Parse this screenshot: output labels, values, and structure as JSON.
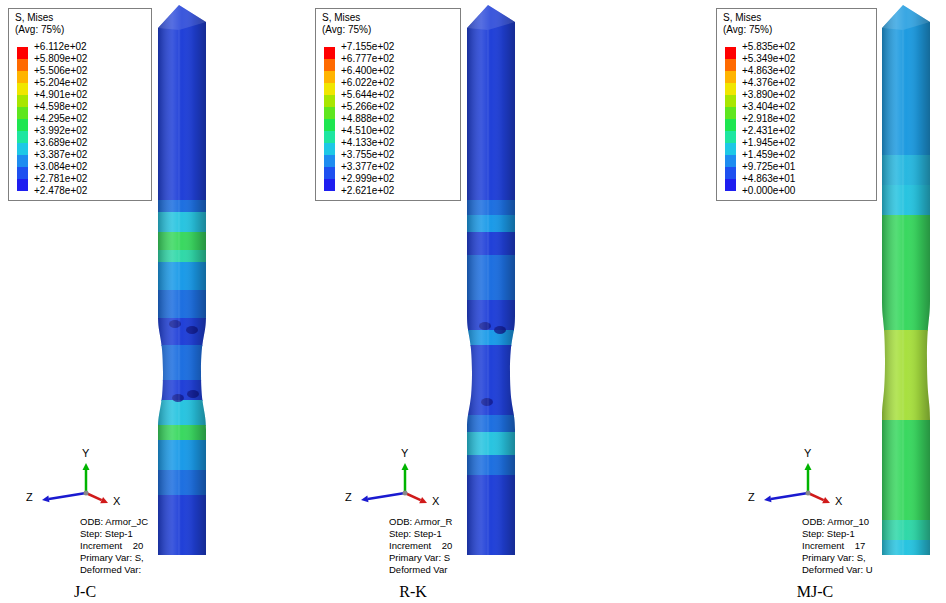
{
  "diagram": {
    "nodes": [
      {
        "text": [
          "S, Mises",
          "(Avg: 75%)",
          "+6.112e+02",
          "+5.809e+02",
          "+5.506e+02",
          "+5.204e+02",
          "+4.901e+02",
          "+4.598e+02",
          "+4.295e+02",
          "+3.992e+02",
          "+3.689e+02",
          "+3.387e+02",
          "+3.084e+02",
          "+2.781e+02",
          "+2.478e+02"
        ]
      },
      {
        "text": [
          "S, Mises",
          "(Avg: 75%)",
          "+7.155e+02",
          "+6.777e+02",
          "+6.400e+02",
          "+6.022e+02",
          "+5.644e+02",
          "+5.266e+02",
          "+4.888e+02",
          "+4.510e+02",
          "+4.133e+02",
          "+3.755e+02",
          "+3.377e+02",
          "+2.999e+02",
          "+2.621e+02"
        ]
      },
      {
        "text": [
          "S, Mises",
          "(Avg: 75%)",
          "+5.835e+02",
          "+5.349e+02",
          "+4.863e+02",
          "+4.376e+02",
          "+3.890e+02",
          "+3.404e+02",
          "+2.918e+02",
          "+2.431e+02",
          "+1.945e+02",
          "+1.459e+02",
          "+9.725e+01",
          "+4.863e+01",
          "+0.000e+00"
        ]
      }
    ],
    "labels": [
      "Y",
      "Z",
      "X",
      "ODB: Armor_JC",
      "Step: Step-1",
      "Increment    20",
      "Primary Var: S,",
      "Deformed Var:",
      "J-C",
      "Y",
      "Z",
      "X",
      "ODB: Armor_R",
      "Step: Step-1",
      "Increment    20",
      "Primary Var: S",
      "Deformed Var",
      "R-K",
      "Y",
      "Z",
      "X",
      "ODB: Armor_10",
      "Step: Step-1",
      "Increment    17",
      "Primary Var: S,",
      "Deformed Var: U",
      "MJ-C"
    ]
  }
}
